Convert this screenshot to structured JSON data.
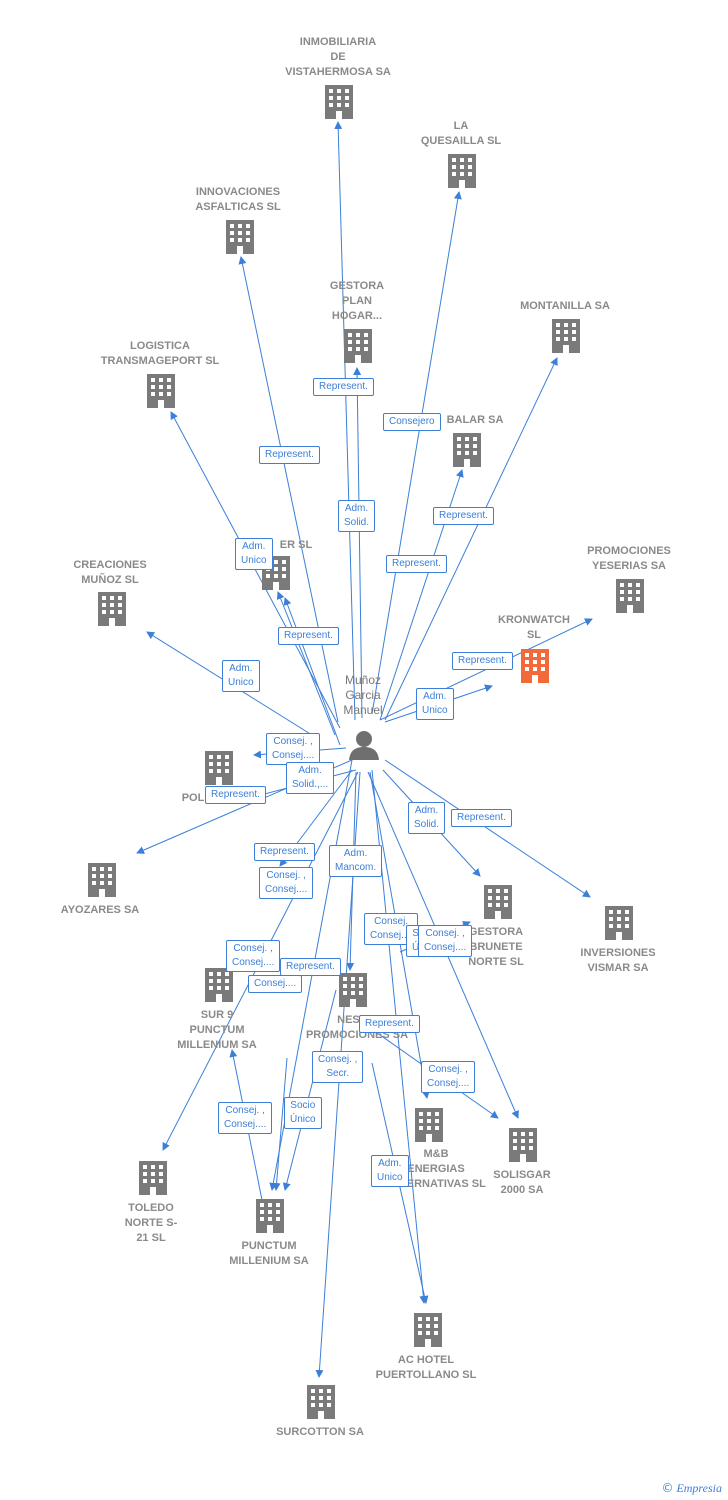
{
  "center": {
    "label": "Muñoz\nGarcia\nManuel",
    "icon": "person-icon"
  },
  "colors": {
    "edge": "#3b7fd8",
    "building": "#7a7a7a",
    "highlight": "#f26a3a"
  },
  "companies": [
    {
      "id": "inmobiliaria",
      "label": "INMOBILIARIA\nDE\nVISTAHERMOSA SA"
    },
    {
      "id": "quesailla",
      "label": "LA\nQUESAILLA SL"
    },
    {
      "id": "innovaciones",
      "label": "INNOVACIONES\nASFALTICAS SL"
    },
    {
      "id": "gestora-plan",
      "label": "GESTORA\nPLAN\nHOGAR..."
    },
    {
      "id": "montanilla",
      "label": "MONTANILLA SA"
    },
    {
      "id": "logistica",
      "label": "LOGISTICA\nTRANSMAGEPORT SL"
    },
    {
      "id": "balar",
      "label": "BALAR SA"
    },
    {
      "id": "er-sl",
      "label": "ER  SL"
    },
    {
      "id": "creaciones",
      "label": "CREACIONES\nMUÑOZ SL"
    },
    {
      "id": "promociones-yeserias",
      "label": "PROMOCIONES\nYESERIAS SA"
    },
    {
      "id": "kronwatch",
      "label": "KRONWATCH\nSL",
      "highlight": true
    },
    {
      "id": "pol",
      "label": "POL"
    },
    {
      "id": "ayozares",
      "label": "AYOZARES SA"
    },
    {
      "id": "gestora-brunete",
      "label": "GESTORA\nBRUNETE\nNORTE SL"
    },
    {
      "id": "inversiones-vismar",
      "label": "INVERSIONES\nVISMAR SA"
    },
    {
      "id": "sur9",
      "label": "SUR 9\nPUNCTUM\nMILLENIUM SA"
    },
    {
      "id": "nesgo",
      "label": "NESGO\nPROMOCIONES SA"
    },
    {
      "id": "mb-energias",
      "label": "M&B\nENERGIAS\nALTERNATIVAS SL"
    },
    {
      "id": "solisgar",
      "label": "SOLISGAR\n2000 SA"
    },
    {
      "id": "toledo",
      "label": "TOLEDO\nNORTE S-\n21 SL"
    },
    {
      "id": "punctum",
      "label": "PUNCTUM\nMILLENIUM SA"
    },
    {
      "id": "ac-hotel",
      "label": "AC HOTEL\nPUERTOLLANO SL"
    },
    {
      "id": "surcotton",
      "label": "SURCOTTON SA"
    }
  ],
  "edge_labels": [
    "Represent.",
    "Consejero",
    "Represent.",
    "Adm.\nSolid.",
    "Represent.",
    "Adm.\nUnico",
    "Represent.",
    "Represent.",
    "Represent.",
    "Adm.\nUnico",
    "Adm.\nUnico",
    "Consej. ,\nConsej....",
    "Adm.\nSolid.,...",
    "Represent.",
    "Adm.\nSolid.",
    "Represent.",
    "Represent.",
    "Adm.\nMancom.",
    "Consej. ,\nConsej....",
    "Consej.\nConsej....",
    "Consej. ,\nConsej....",
    "Socio\nÚnico",
    "Consej. ,\nConsej....",
    "Represent.",
    "Consej....",
    "Represent.",
    "Consej. ,\nSecr.",
    "Consej. ,\nConsej....",
    "Consej. ,\nConsej....",
    "Socio\nÚnico",
    "Adm.\nUnico"
  ],
  "brand": {
    "copyright": "©",
    "name": "Empresia"
  }
}
